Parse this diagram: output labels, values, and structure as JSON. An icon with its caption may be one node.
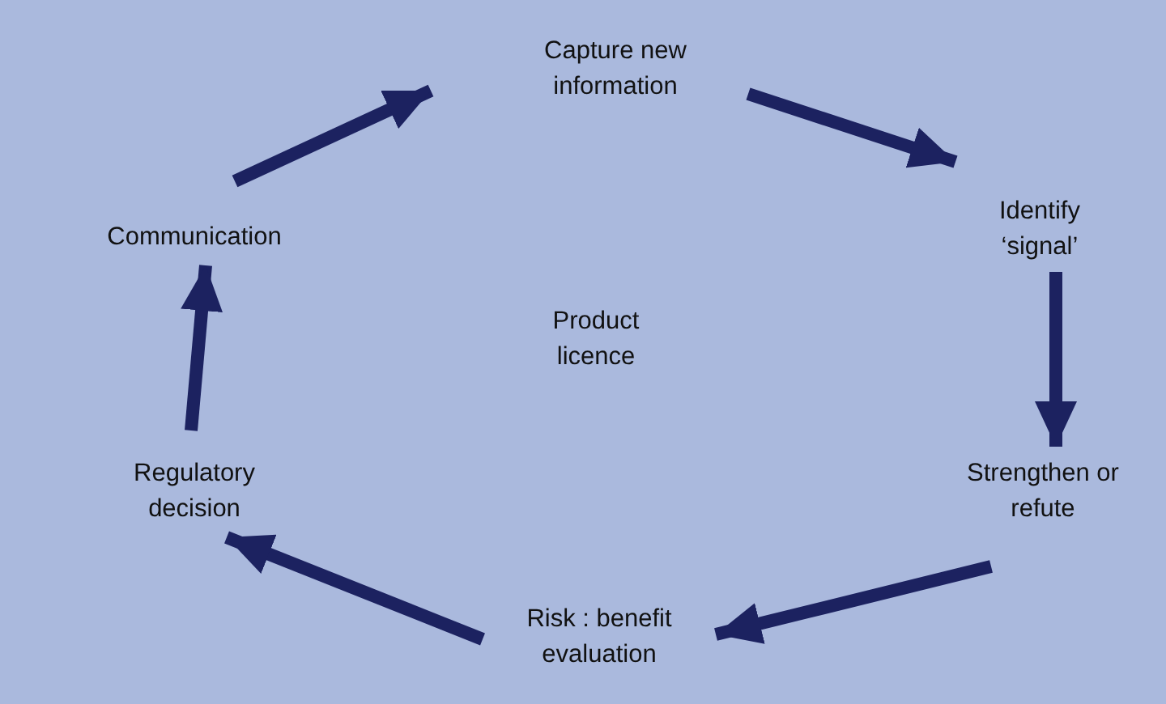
{
  "diagram": {
    "nodes": [
      {
        "text": [
          "Capture new information"
        ]
      },
      {
        "text": [
          "Identify ‘signal’"
        ]
      },
      {
        "text": [
          "Strengthen or refute"
        ]
      },
      {
        "text": [
          "Risk : benefit evaluation"
        ]
      },
      {
        "text": [
          "Regulatory decision"
        ]
      },
      {
        "text": [
          "Communication"
        ]
      }
    ],
    "edges": [
      {
        "from": 0,
        "to": 1,
        "arrow": "to"
      },
      {
        "from": 1,
        "to": 2,
        "arrow": "to"
      },
      {
        "from": 2,
        "to": 3,
        "arrow": "to"
      },
      {
        "from": 3,
        "to": 4,
        "arrow": "to"
      },
      {
        "from": 4,
        "to": 5,
        "arrow": "to"
      },
      {
        "from": 5,
        "to": 0,
        "arrow": "to"
      }
    ],
    "labels": [
      "Product licence"
    ]
  }
}
